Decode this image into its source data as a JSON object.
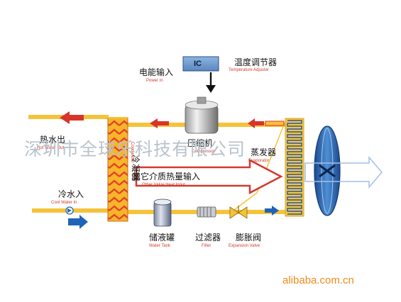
{
  "components": {
    "ic": {
      "label": "IC"
    },
    "power": {
      "label_cn": "电能输入",
      "label_en": "Power In"
    },
    "adjuster": {
      "label_cn": "温度调节器",
      "label_en": "Temperature Adjuster"
    },
    "compressor": {
      "label_cn": "压缩机",
      "label_en": "Compressor"
    },
    "hot_water_out": {
      "label_cn": "热水出",
      "label_en": "Hot Water Out"
    },
    "condenser": {
      "label_cn": "冷凝器",
      "label_en": "Condenser"
    },
    "other_heat": {
      "label_cn": "其它介质热量输入",
      "label_en": "Other Value Heat Input"
    },
    "evaporator": {
      "label_cn": "蒸发器",
      "label_en": "Evaporator"
    },
    "cool_water_in": {
      "label_cn": "冷水入",
      "label_en": "Cool Water In"
    },
    "water_tank": {
      "label_cn": "储液罐",
      "label_en": "Water Tank"
    },
    "filter": {
      "label_cn": "过滤器",
      "label_en": "Filter"
    },
    "expansion": {
      "label_cn": "膨胀阀",
      "label_en": "Expansion Valve"
    }
  },
  "watermark": "深圳市全球乐科技有限公司",
  "brand": "alibaba.com.cn",
  "colors": {
    "pipe": "#f5c33a",
    "coil_red": "#e6322a",
    "coil_orange": "#f6a51e",
    "evap_coil": "#2a55a8",
    "flow_red": "#d8342a",
    "flow_blue": "#1f64b8",
    "fan": "#2e6bb6",
    "fan_blades": "#1c3e78",
    "ic_box": "#6f9ed2",
    "heat_arrow": "#d33a30",
    "brand": "#f08a1c",
    "watermark": "#b9c3cb"
  },
  "icons": [
    "ic-chip-icon",
    "down-arrow-icon",
    "compressor-icon",
    "tank-icon",
    "filter-icon",
    "valve-icon",
    "fan-icon",
    "pump-icon"
  ]
}
